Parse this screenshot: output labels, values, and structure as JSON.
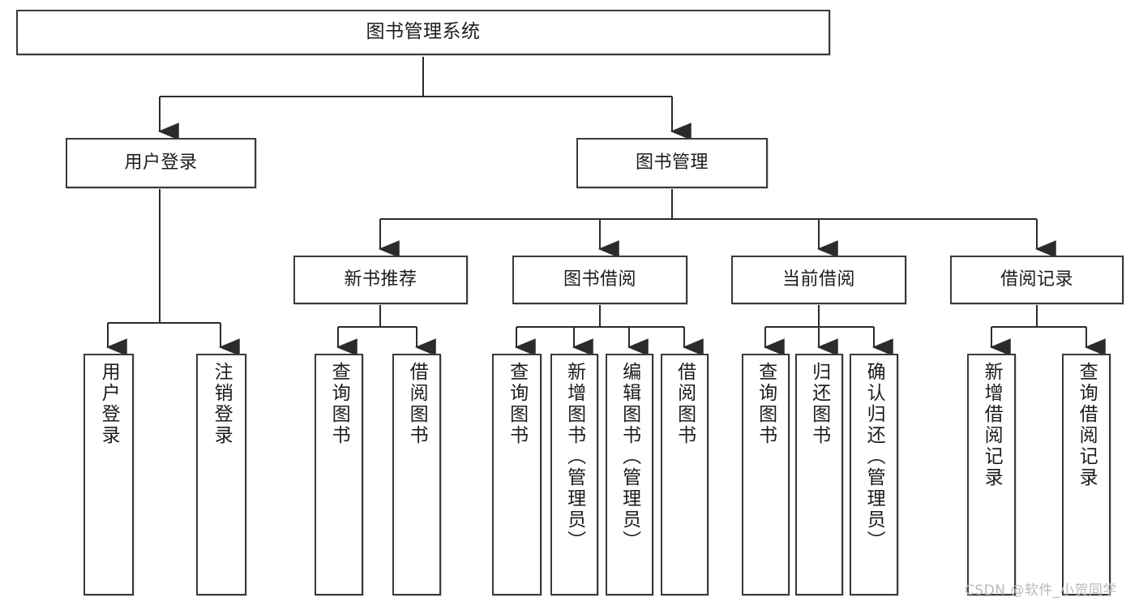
{
  "diagram": {
    "title": "图书管理系统",
    "type": "tree-functional-structure",
    "watermark": "CSDN @软件_小贺同学",
    "colors": {
      "box_border": "#3a3a3a",
      "box_fill": "#ffffff",
      "edge": "#2b2b2b",
      "text": "#1c1c1c",
      "watermark": "#b9b9b9"
    },
    "nodes": {
      "root": "图书管理系统",
      "level2": {
        "user_login": "用户登录",
        "book_manage": "图书管理"
      },
      "level3": {
        "new_book_recommend": "新书推荐",
        "book_borrow": "图书借阅",
        "current_borrow": "当前借阅",
        "borrow_record": "借阅记录"
      },
      "leaves": {
        "user_login_1": "用户登录",
        "user_login_2": "注销登录",
        "recommend_1": "查询图书",
        "recommend_2": "借阅图书",
        "borrow_1": "查询图书",
        "borrow_2": "新增图书（管理员）",
        "borrow_3": "编辑图书（管理员）",
        "borrow_4": "借阅图书",
        "current_1": "查询图书",
        "current_2": "归还图书",
        "current_3": "确认归还（管理员）",
        "record_1": "新增借阅记录",
        "record_2": "查询借阅记录"
      }
    }
  }
}
